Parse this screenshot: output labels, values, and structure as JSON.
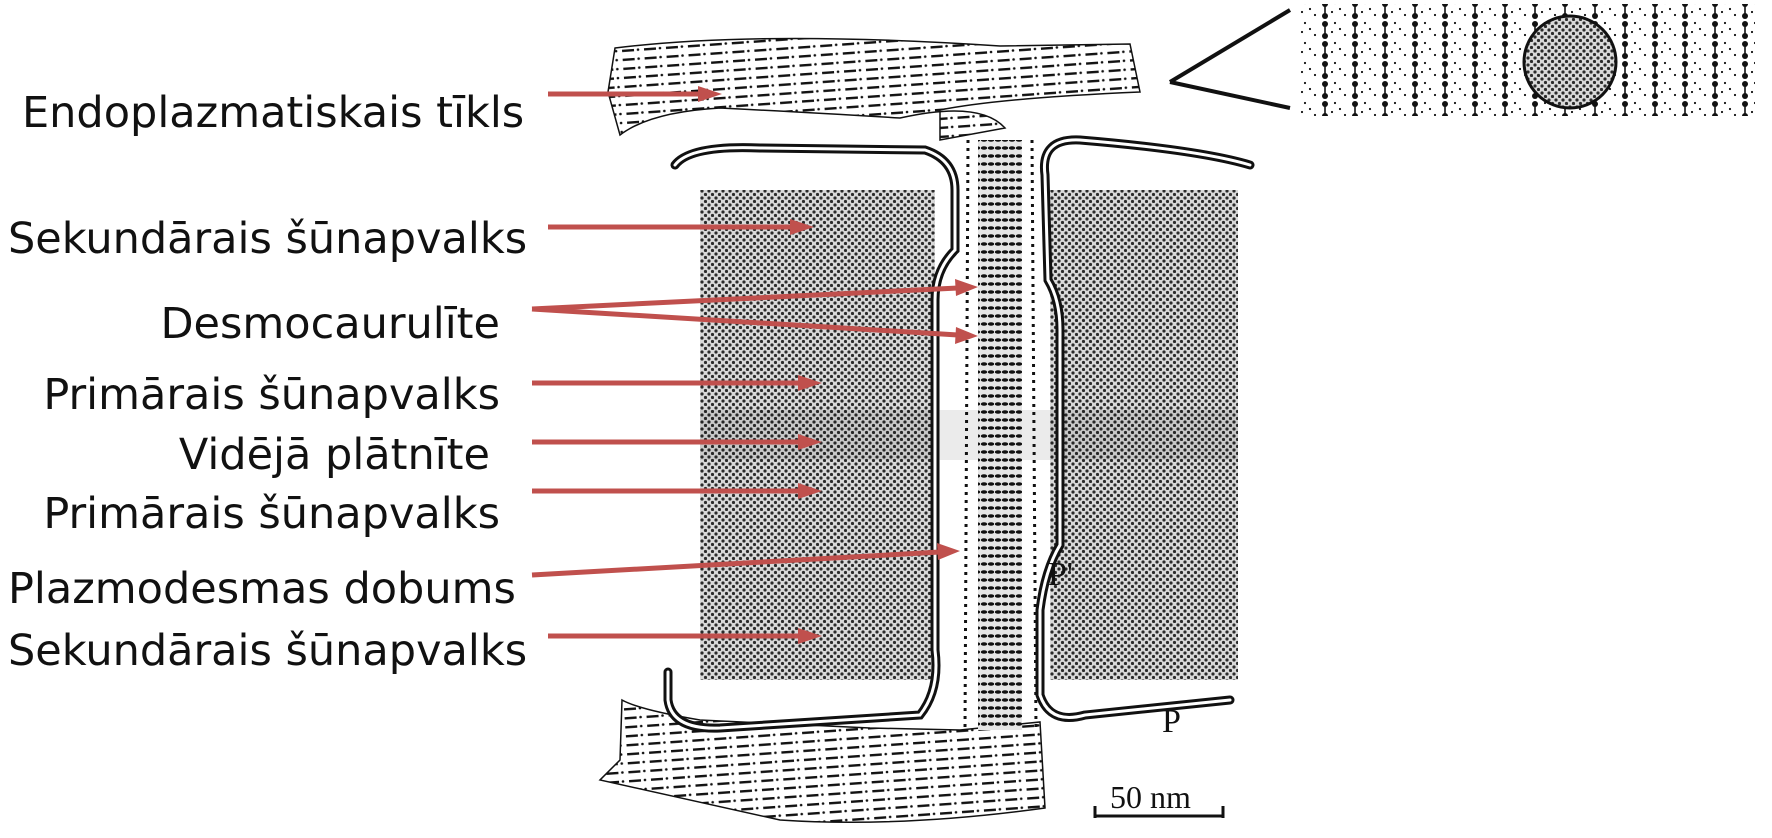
{
  "labels": {
    "endoplasmic_reticulum": "Endoplazmatiskais tīkls",
    "secondary_wall_top": "Sekundārais šūnapvalks",
    "desmotubule": "Desmocaurulīte",
    "primary_wall_top": "Primārais šūnapvalks",
    "middle_lamella": "Vidējā plātnīte",
    "primary_wall_bottom": "Primārais šūnapvalks",
    "plasmodesma_cavity": "Plazmodesmas dobums",
    "secondary_wall_bottom": "Sekundārais šūnapvalks"
  },
  "diagram_marks": {
    "p_prime": "P'",
    "p": "P",
    "scale_bar": "50 nm"
  },
  "colors": {
    "arrow": "#c0504d",
    "ink": "#111111",
    "stipple": "#555555"
  }
}
